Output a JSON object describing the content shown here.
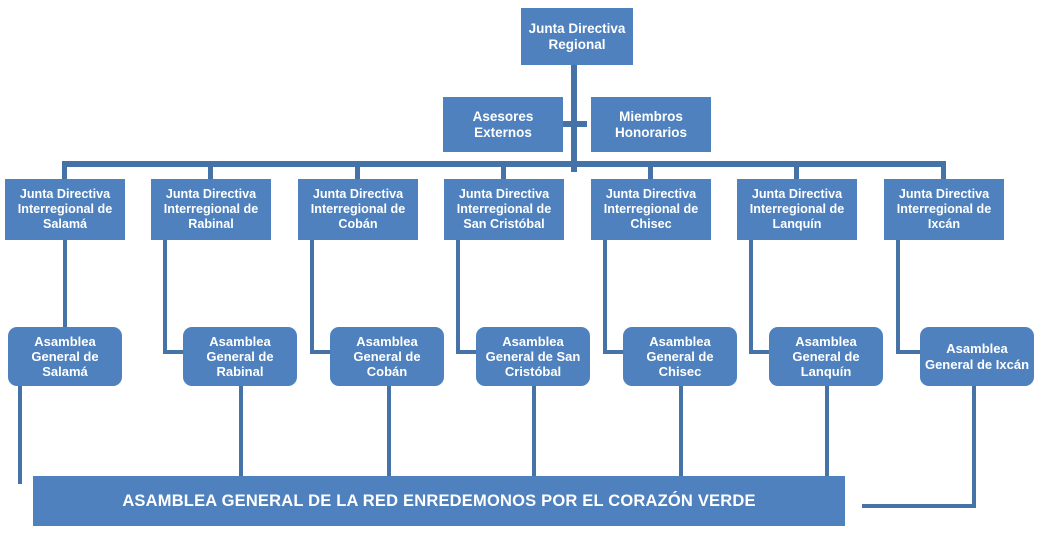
{
  "diagram": {
    "title_text": "ASAMBLEA GENERAL DE LA RED ENREDEMONOS POR EL CORAZÓN VERDE",
    "colors": {
      "box_fill": "#4e81bd",
      "connector": "#4573a7",
      "text": "#ffffff",
      "background": "#ffffff"
    },
    "root": {
      "label": "Junta Directiva\nRegional"
    },
    "side_nodes": [
      {
        "label": "Asesores\nExternos"
      },
      {
        "label": "Miembros\nHonorarios"
      }
    ],
    "boards": [
      {
        "label": "Junta Directiva\nInterregional de\nSalamá"
      },
      {
        "label": "Junta Directiva\nInterregional de\nRabinal"
      },
      {
        "label": "Junta Directiva\nInterregional de\nCobán"
      },
      {
        "label": "Junta Directiva\nInterregional de\nSan  Cristóbal"
      },
      {
        "label": "Junta Directiva\nInterregional de\nChisec"
      },
      {
        "label": "Junta Directiva\nInterregional de\nLanquín"
      },
      {
        "label": "Junta Directiva\nInterregional de\nIxcán"
      }
    ],
    "assemblies": [
      {
        "label": "Asamblea\nGeneral de\nSalamá"
      },
      {
        "label": "Asamblea\nGeneral de\nRabinal"
      },
      {
        "label": "Asamblea\nGeneral de\nCobán"
      },
      {
        "label": "Asamblea\nGeneral de San\nCristóbal"
      },
      {
        "label": "Asamblea\nGeneral de\nChisec"
      },
      {
        "label": "Asamblea\nGeneral de\nLanquín"
      },
      {
        "label": "Asamblea\nGeneral de Ixcán"
      }
    ]
  }
}
